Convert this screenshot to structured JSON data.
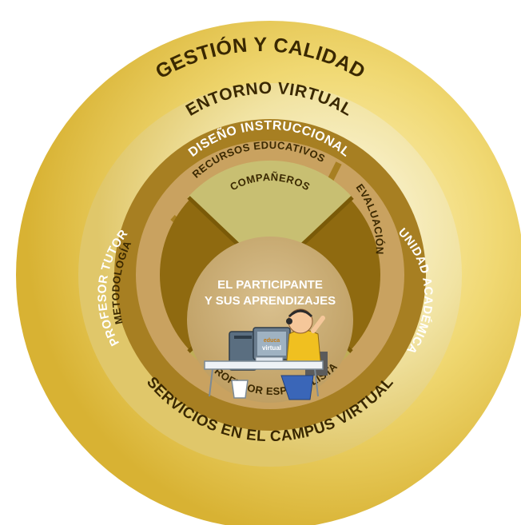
{
  "rings": {
    "outer": "GESTIÓN Y CALIDAD",
    "environment": "ENTORNO VIRTUAL",
    "services": "SERVICIOS EN EL CAMPUS VIRTUAL",
    "design": "DISEÑO INSTRUCCIONAL"
  },
  "resources": {
    "educational": "RECURSOS EDUCATIVOS",
    "evaluation": "EVALUACIÓN",
    "methodology": "METODOLOGÍA"
  },
  "actors": {
    "peers": "COMPAÑEROS",
    "tutor": "PROFESOR TUTOR",
    "unit": "UNIDAD ACADÉMICA",
    "specialist": "PROFESOR ESPECIALISTA"
  },
  "center": {
    "line1": "EL PARTICIPANTE",
    "line2": "Y SUS APRENDIZAJES",
    "monitor_logo_top": "educa",
    "monitor_logo_bottom": "virtual"
  },
  "colors": {
    "outer_ring": "#e3c54a",
    "environment_ring": "#ebd98a",
    "design_ring": "#a77f22",
    "resource_ring": "#c9a260",
    "actor_ring": "#8f6a10",
    "center": "#cdb07a",
    "peers_sector": "#c8bf72",
    "specialist_sector": "#bfae58",
    "person_shirt": "#f0c020",
    "person_pants": "#3a66b8"
  }
}
